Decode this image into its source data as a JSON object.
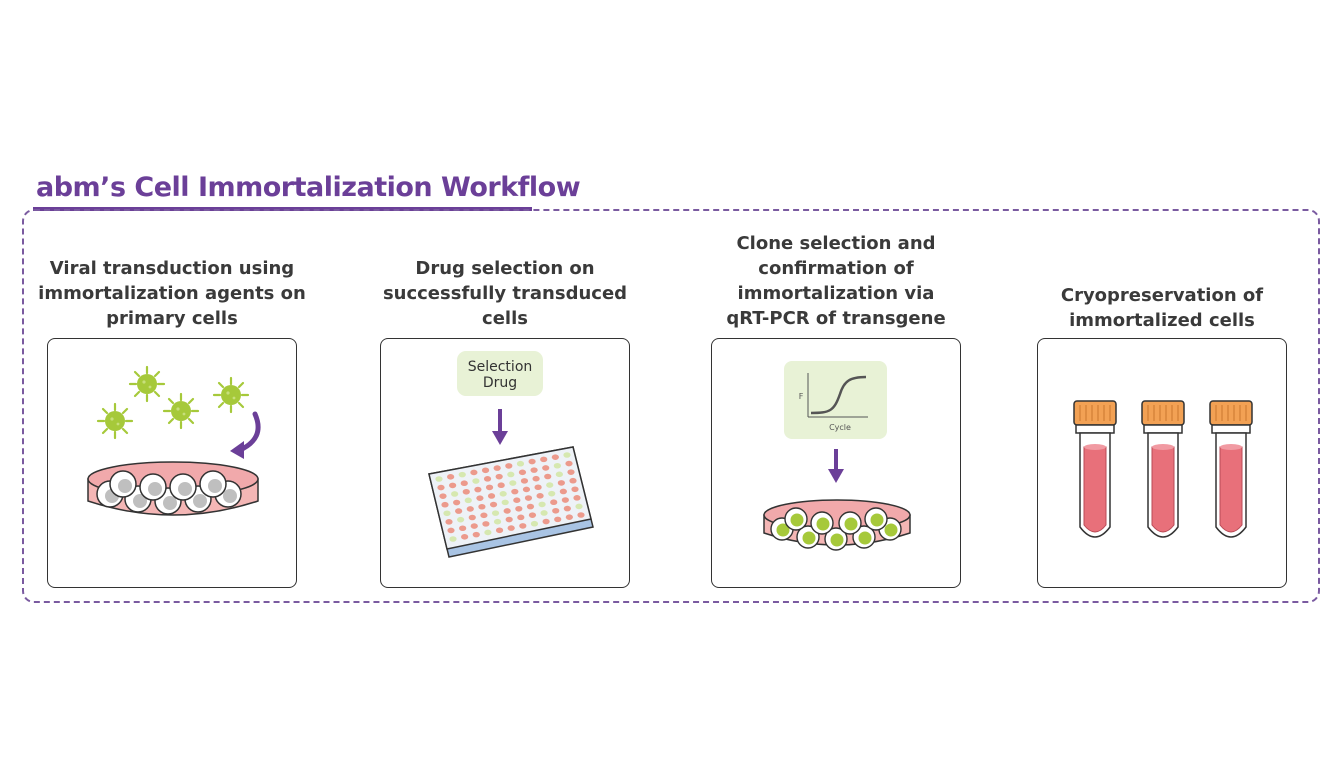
{
  "title": "abm’s Cell Immortalization Workflow",
  "steps": [
    {
      "label": "Viral transduction using\nimmortalization agents on\nprimary cells"
    },
    {
      "label": "Drug selection on\nsuccessfully transduced\ncells",
      "box_text_1": "Selection",
      "box_text_2": "Drug"
    },
    {
      "label": "Clone selection and\nconfirmation of\nimmortalization via\nqRT-PCR of transgene",
      "axis_y": "F",
      "axis_x": "Cycle"
    },
    {
      "label": "Cryopreservation of\nimmortalized cells"
    }
  ],
  "colors": {
    "accent": "#6b3f98",
    "virus_green": "#a6c93a",
    "dish_pink": "#f1a9ab",
    "plate_blue": "#a9c4e4",
    "cap_orange": "#f2a154",
    "tube_red": "#e8707a",
    "box_green": "#e8f2d6"
  }
}
